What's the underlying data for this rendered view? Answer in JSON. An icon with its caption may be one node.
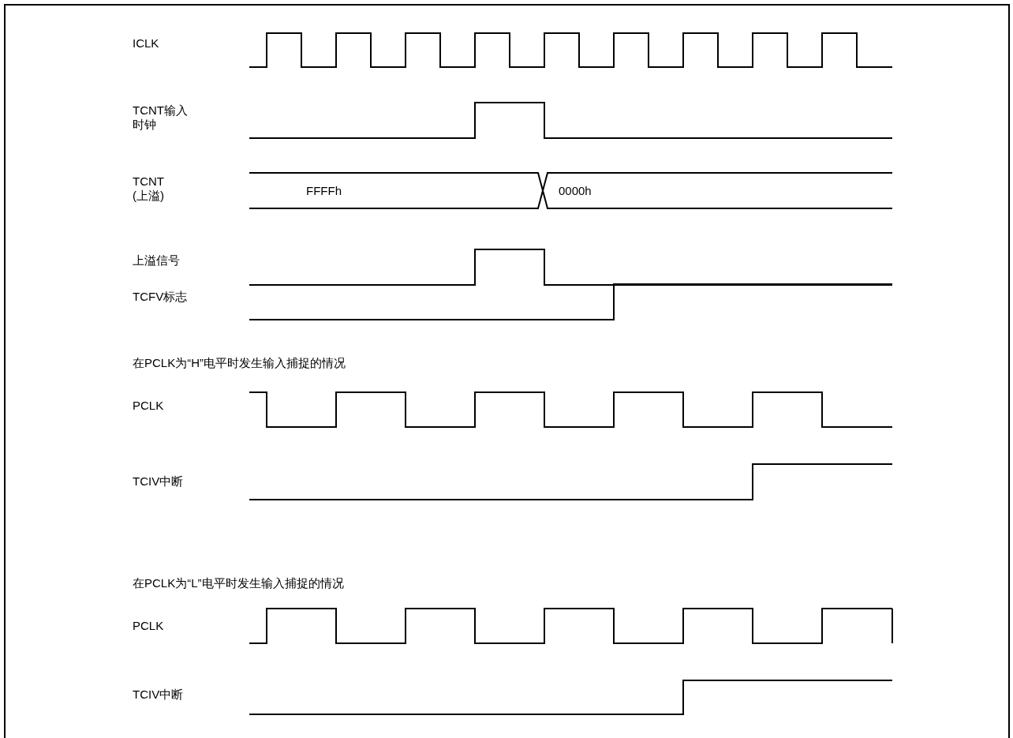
{
  "diagram": {
    "labels": [
      "ICLK",
      "TCNT输入时钟",
      "TCNT (上溢)",
      "FFFFh",
      "0000h",
      "上溢信号",
      "TCFV标志",
      "在PCLK为“H”电平时发生输入捕捉的情况",
      "PCLK",
      "TCIV中断",
      "在PCLK为“L”电平时发生输入捕捉的情况",
      "PCLK",
      "TCIV中断"
    ]
  }
}
